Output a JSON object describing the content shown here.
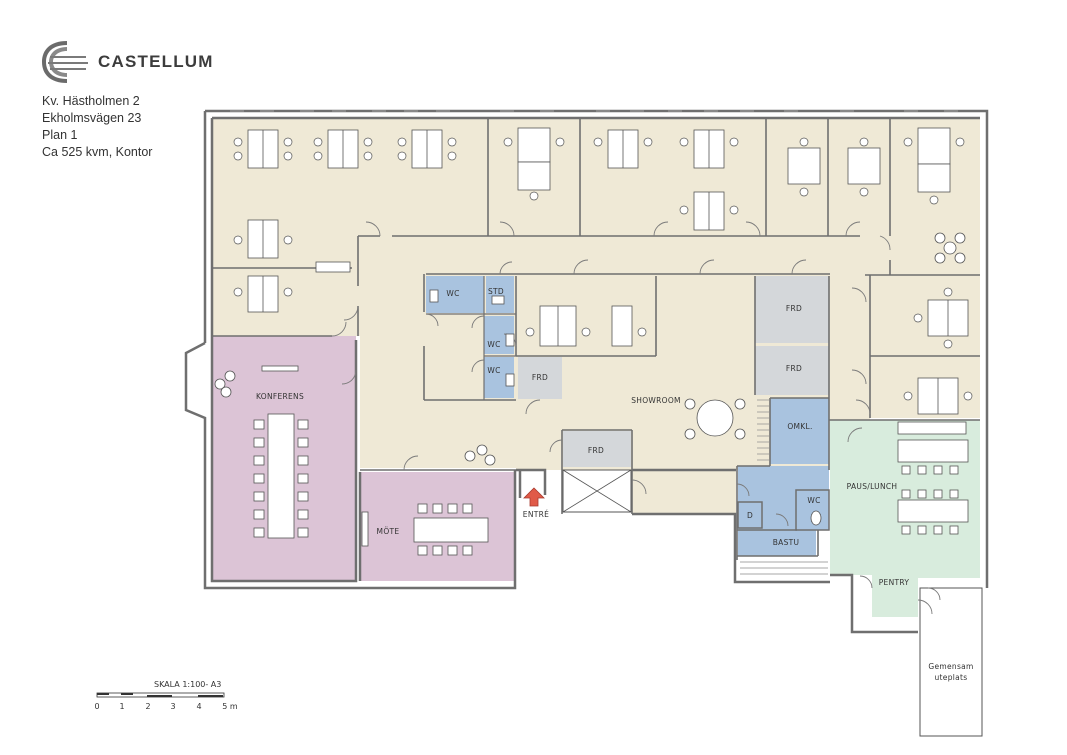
{
  "header": {
    "brand": "CASTELLUM",
    "property": "Kv. Hästholmen 2",
    "address": "Ekholmsvägen 23",
    "floor": "Plan 1",
    "area": "Ca 525 kvm, Kontor"
  },
  "rooms": {
    "konferens": "KONFERENS",
    "mote": "MÖTE",
    "showroom": "SHOWROOM",
    "entre": "ENTRÉ",
    "frd": "FRD",
    "wc": "WC",
    "std": "STD",
    "omkl": "OMKL.",
    "d": "D",
    "bastu": "BASTU",
    "paus_lunch": "PAUS/LUNCH",
    "pentry": "PENTRY",
    "gemensam_1": "Gemensam",
    "gemensam_2": "uteplats"
  },
  "scale": {
    "label": "SKALA 1:100- A3",
    "ticks": [
      "0",
      "1",
      "2",
      "3",
      "4",
      "5 m"
    ]
  },
  "colors": {
    "office": "#efe9d6",
    "conference": "#dcc4d6",
    "wet": "#a9c3df",
    "storage": "#d4d7da",
    "lunch": "#d8ecdd",
    "wall": "#6f6f6f"
  }
}
